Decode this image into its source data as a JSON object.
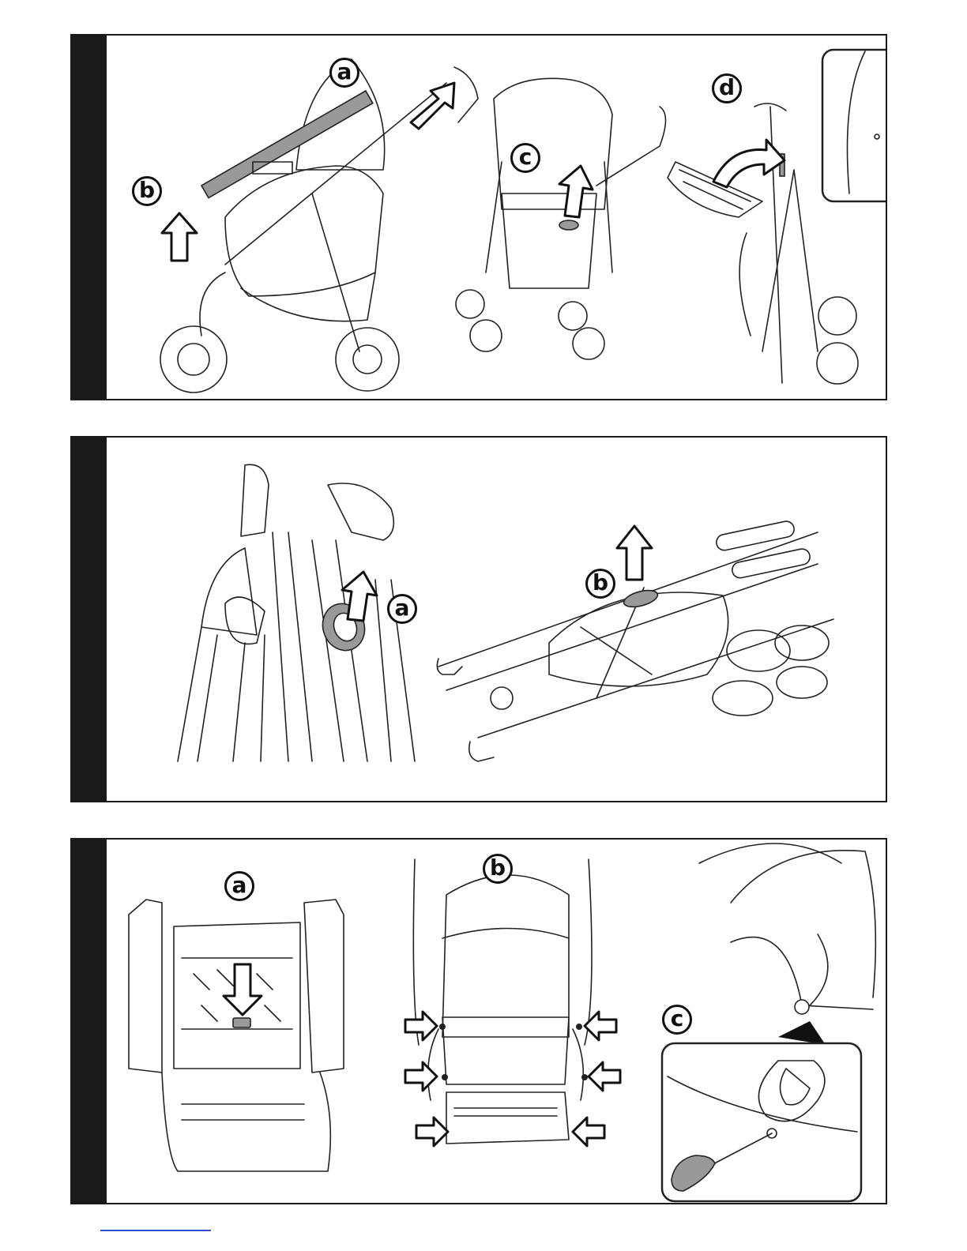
{
  "panels": [
    {
      "labels": [
        "a",
        "b",
        "c",
        "d"
      ]
    },
    {
      "labels": [
        "a",
        "b"
      ]
    },
    {
      "labels": [
        "a",
        "b",
        "c"
      ]
    }
  ],
  "colors": {
    "frame": "#1a1a1a",
    "highlight": "#999999",
    "link": "#2f4fc4"
  }
}
